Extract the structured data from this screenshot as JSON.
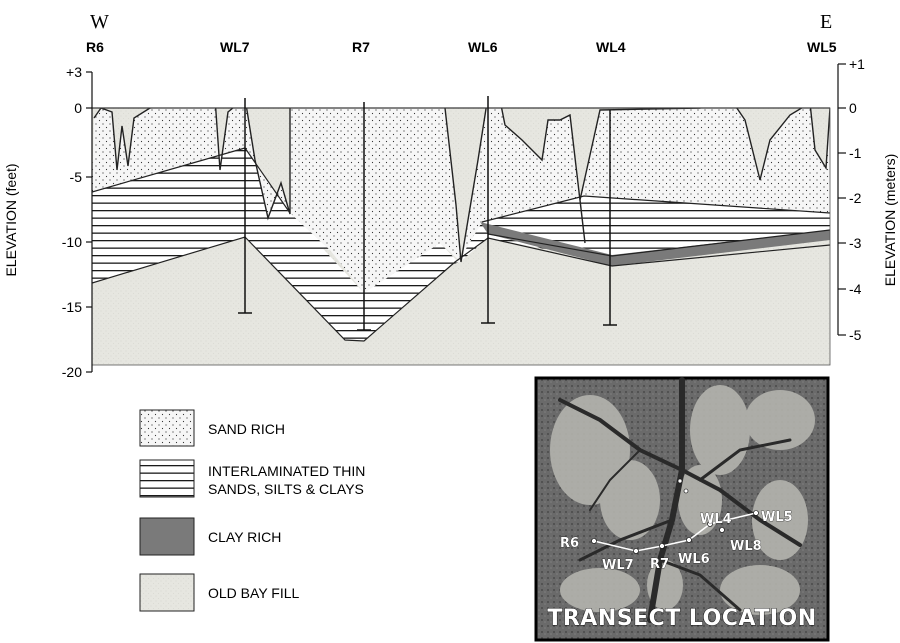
{
  "compass": {
    "west": "W",
    "east": "E"
  },
  "wells": [
    {
      "id": "R6"
    },
    {
      "id": "WL7"
    },
    {
      "id": "R7"
    },
    {
      "id": "WL6"
    },
    {
      "id": "WL4"
    },
    {
      "id": "WL5"
    }
  ],
  "left_axis": {
    "label": "ELEVATION (feet)",
    "ticks": [
      "+3",
      "0",
      "-5",
      "-10",
      "-15",
      "-20"
    ]
  },
  "right_axis": {
    "label": "ELEVATION (meters)",
    "ticks": [
      "+1",
      "0",
      "-1",
      "-2",
      "-3",
      "-4",
      "-5"
    ]
  },
  "legend": [
    {
      "label": "SAND RICH"
    },
    {
      "label_line1": "INTERLAMINATED THIN",
      "label_line2": "SANDS, SILTS & CLAYS"
    },
    {
      "label": "CLAY RICH"
    },
    {
      "label": "OLD BAY FILL"
    }
  ],
  "inset": {
    "title": "TRANSECT LOCATION",
    "labels": [
      "WL5",
      "WL4",
      "R6",
      "WL8",
      "WL6",
      "WL7",
      "R7"
    ]
  },
  "colors": {
    "sand": "#f4f4f4",
    "laminated_line": "#1a1a1a",
    "clay": "#7a7a7a",
    "old_bay_fill": "#e5e5e0",
    "inset_bg": "#5a5a5a"
  }
}
